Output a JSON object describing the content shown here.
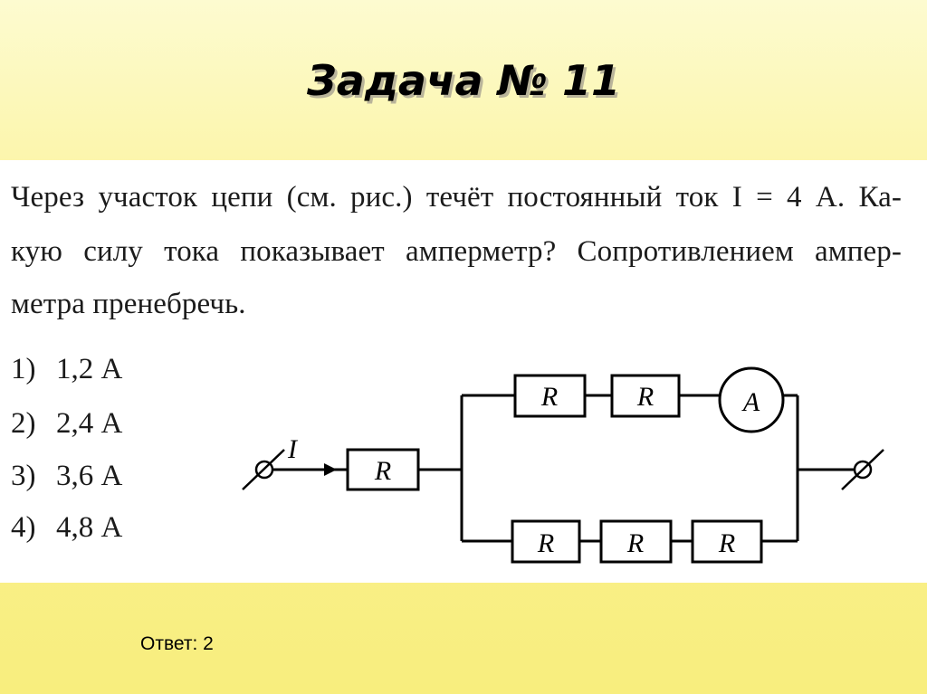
{
  "slide": {
    "title": "Задача № 11",
    "question_lines": [
      "Через участок цепи (см. рис.) течёт постоянный ток I = 4 А. Ка-",
      "кую силу тока показывает амперметр? Сопротивлением ампер-",
      "метра пренебречь."
    ],
    "options": [
      {
        "num": "1)",
        "value": "1,2 А"
      },
      {
        "num": "2)",
        "value": "2,4 А"
      },
      {
        "num": "3)",
        "value": "3,6 А"
      },
      {
        "num": "4)",
        "value": "4,8 А"
      }
    ],
    "answer": "Ответ: 2"
  },
  "circuit": {
    "current_label": "I",
    "resistor_label": "R",
    "ammeter_label": "A"
  }
}
